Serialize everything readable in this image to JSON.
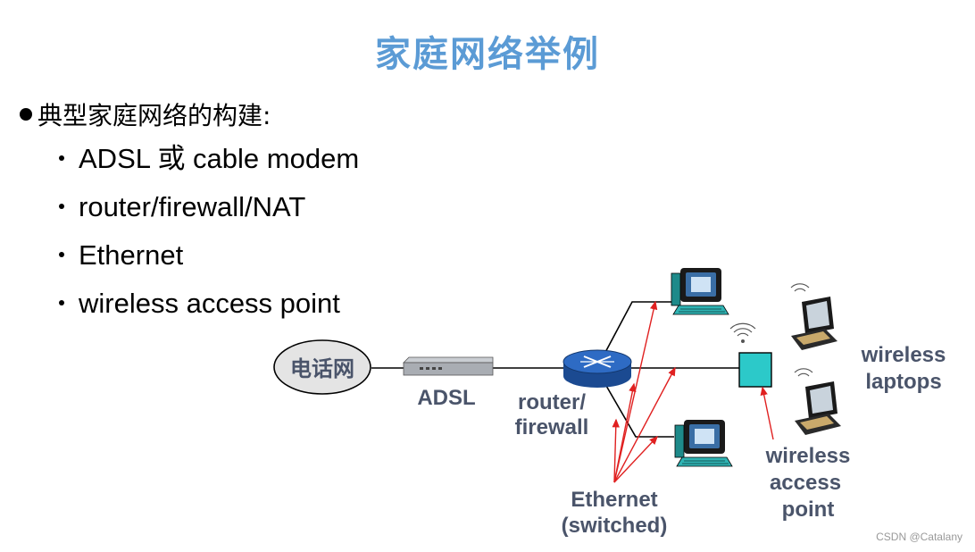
{
  "title": "家庭网络举例",
  "intro": "典型家庭网络的构建:",
  "items": [
    "ADSL 或 cable modem",
    "router/firewall/NAT",
    "Ethernet",
    "wireless access point"
  ],
  "diagram": {
    "phone_network": "电话网",
    "adsl": "ADSL",
    "router_line1": "router/",
    "router_line2": "firewall",
    "ethernet_line1": "Ethernet",
    "ethernet_line2": "(switched)",
    "wap_line1": "wireless",
    "wap_line2": "access",
    "wap_line3": "point",
    "laptops_line1": "wireless",
    "laptops_line2": "laptops"
  },
  "colors": {
    "title": "#5b9bd5",
    "label": "#4a546a",
    "arrow": "#e02020",
    "access_point": "#2cc9c9",
    "router": "#2157a6"
  },
  "watermark": "CSDN @Catalany"
}
